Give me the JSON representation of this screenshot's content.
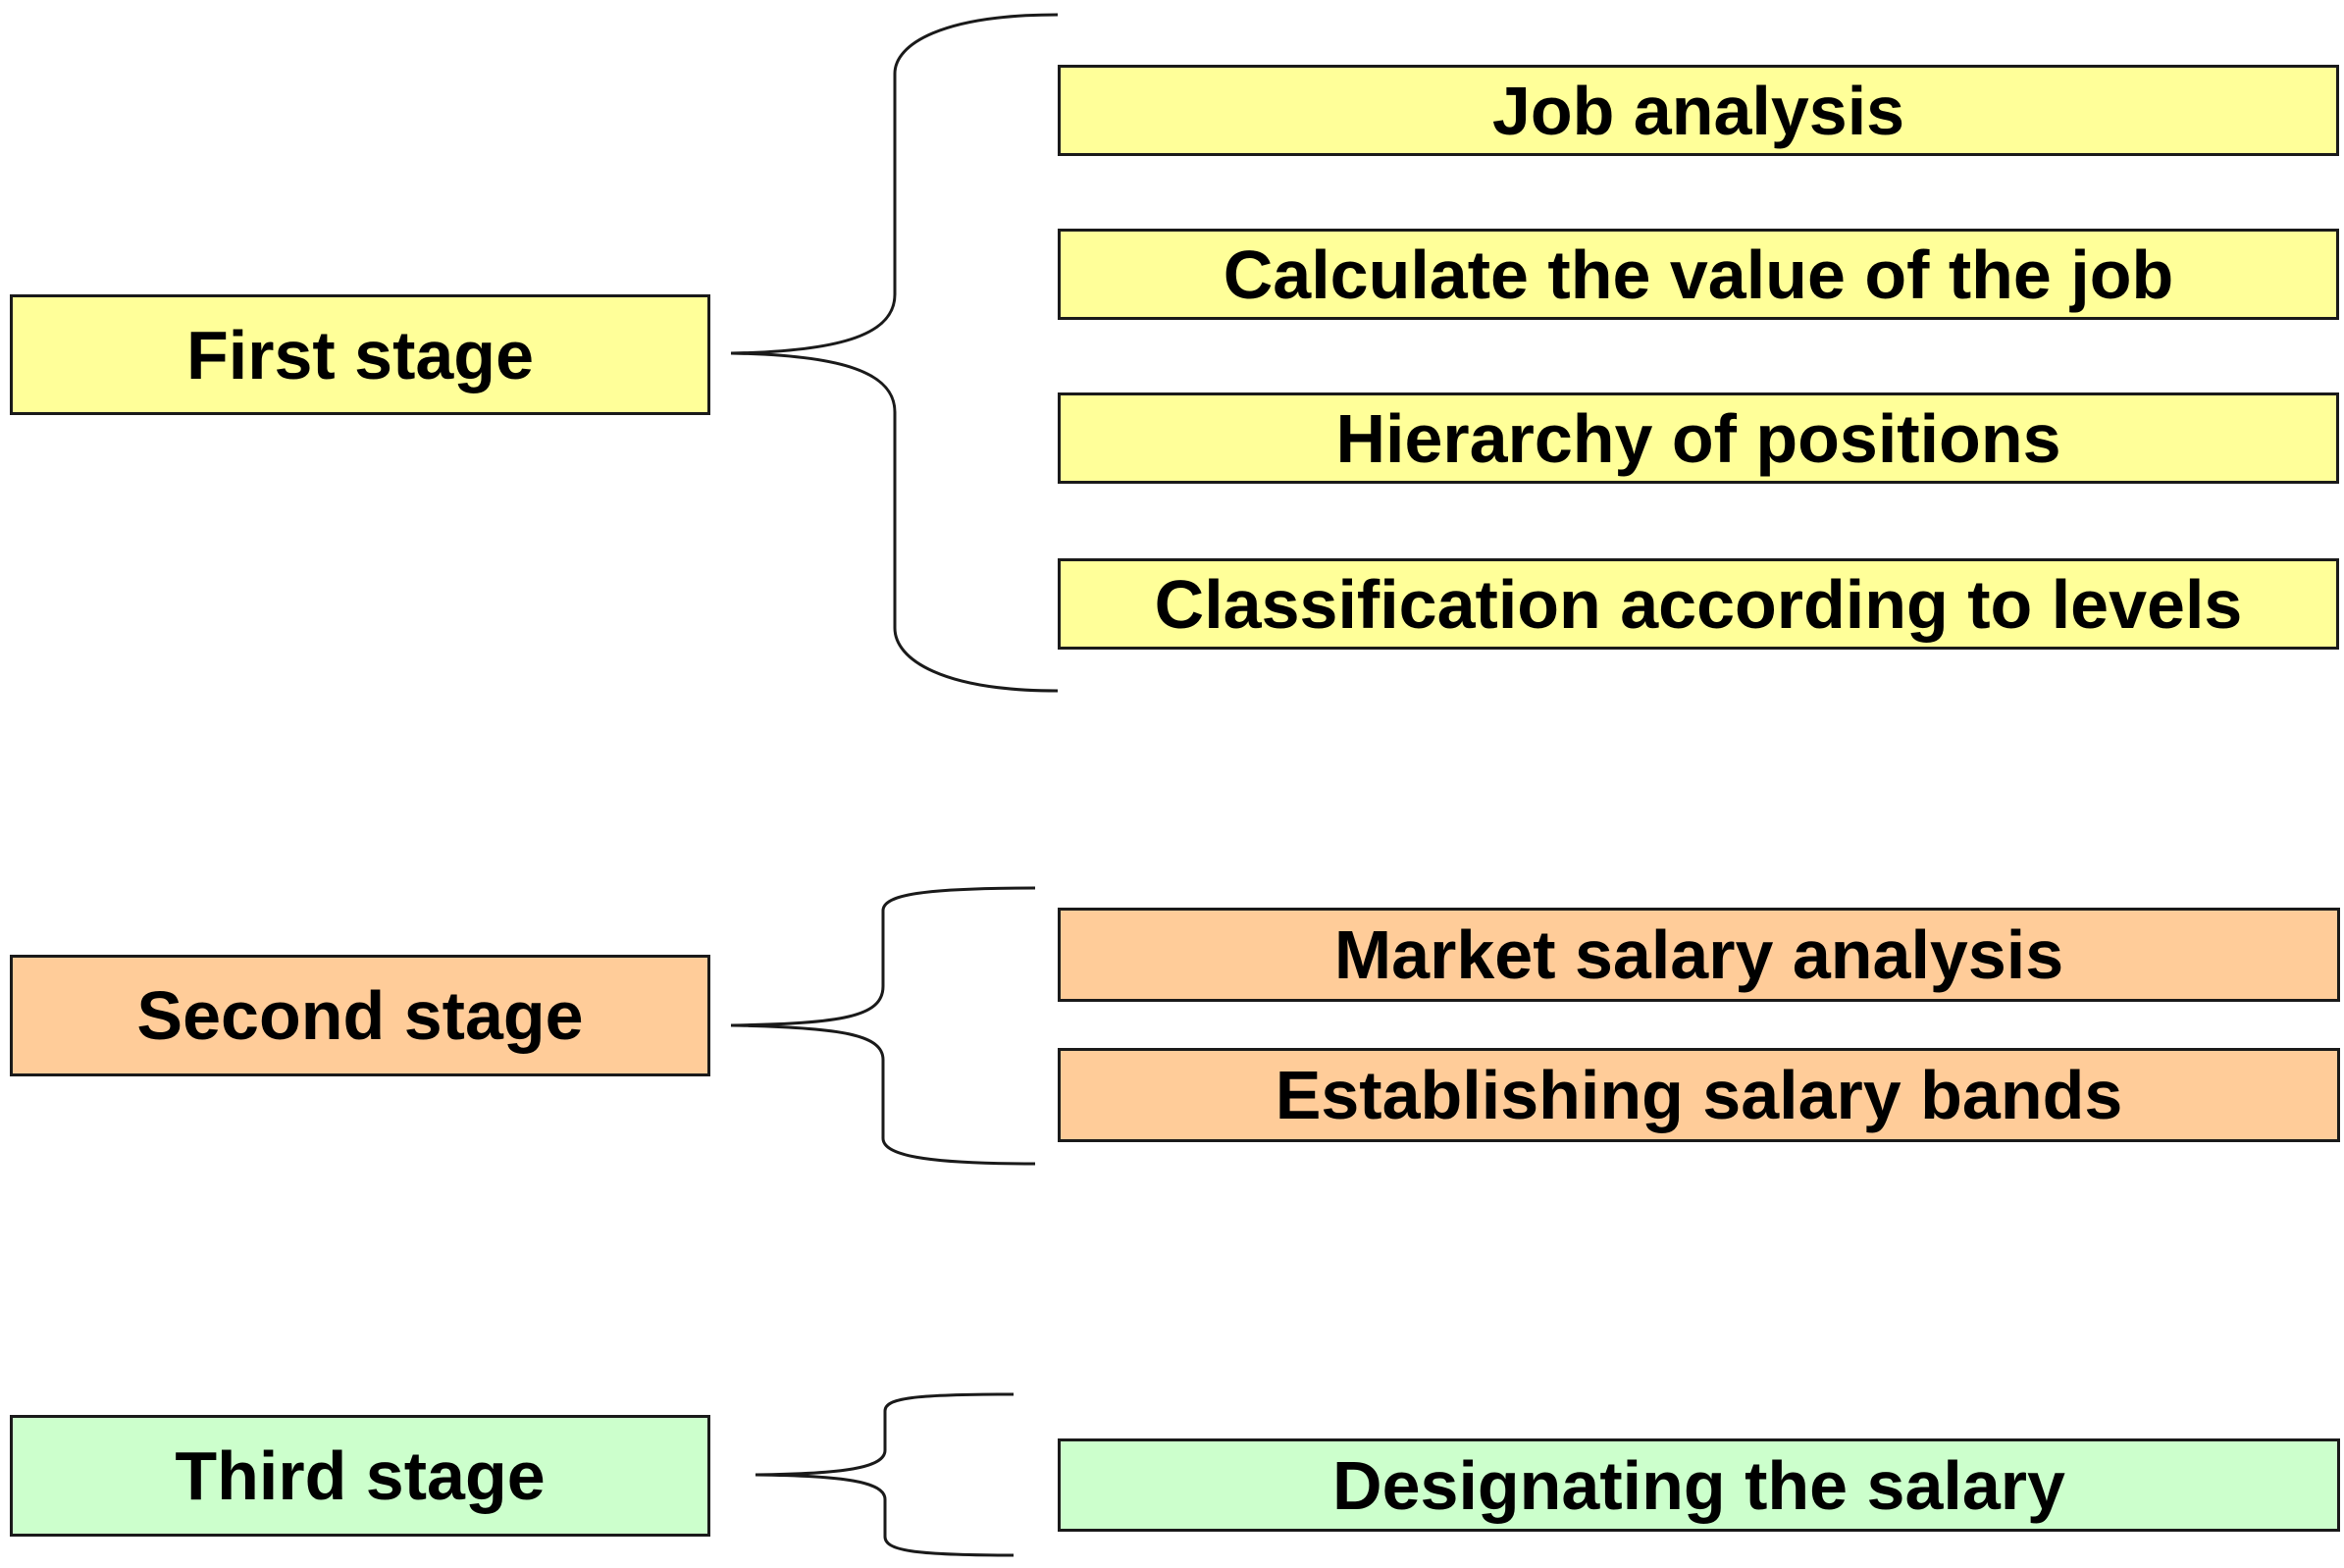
{
  "colors": {
    "stage1": "#ffff99",
    "stage2": "#ffcc99",
    "stage3": "#ccffcc",
    "border": "#1a1a1a"
  },
  "stages": [
    {
      "label": "First stage",
      "steps": [
        "Job analysis",
        "Calculate the value of the job",
        "Hierarchy of positions",
        "Classification according to levels"
      ]
    },
    {
      "label": "Second stage",
      "steps": [
        "Market salary analysis",
        "Establishing salary bands"
      ]
    },
    {
      "label": "Third stage",
      "steps": [
        "Designating the salary"
      ]
    }
  ]
}
